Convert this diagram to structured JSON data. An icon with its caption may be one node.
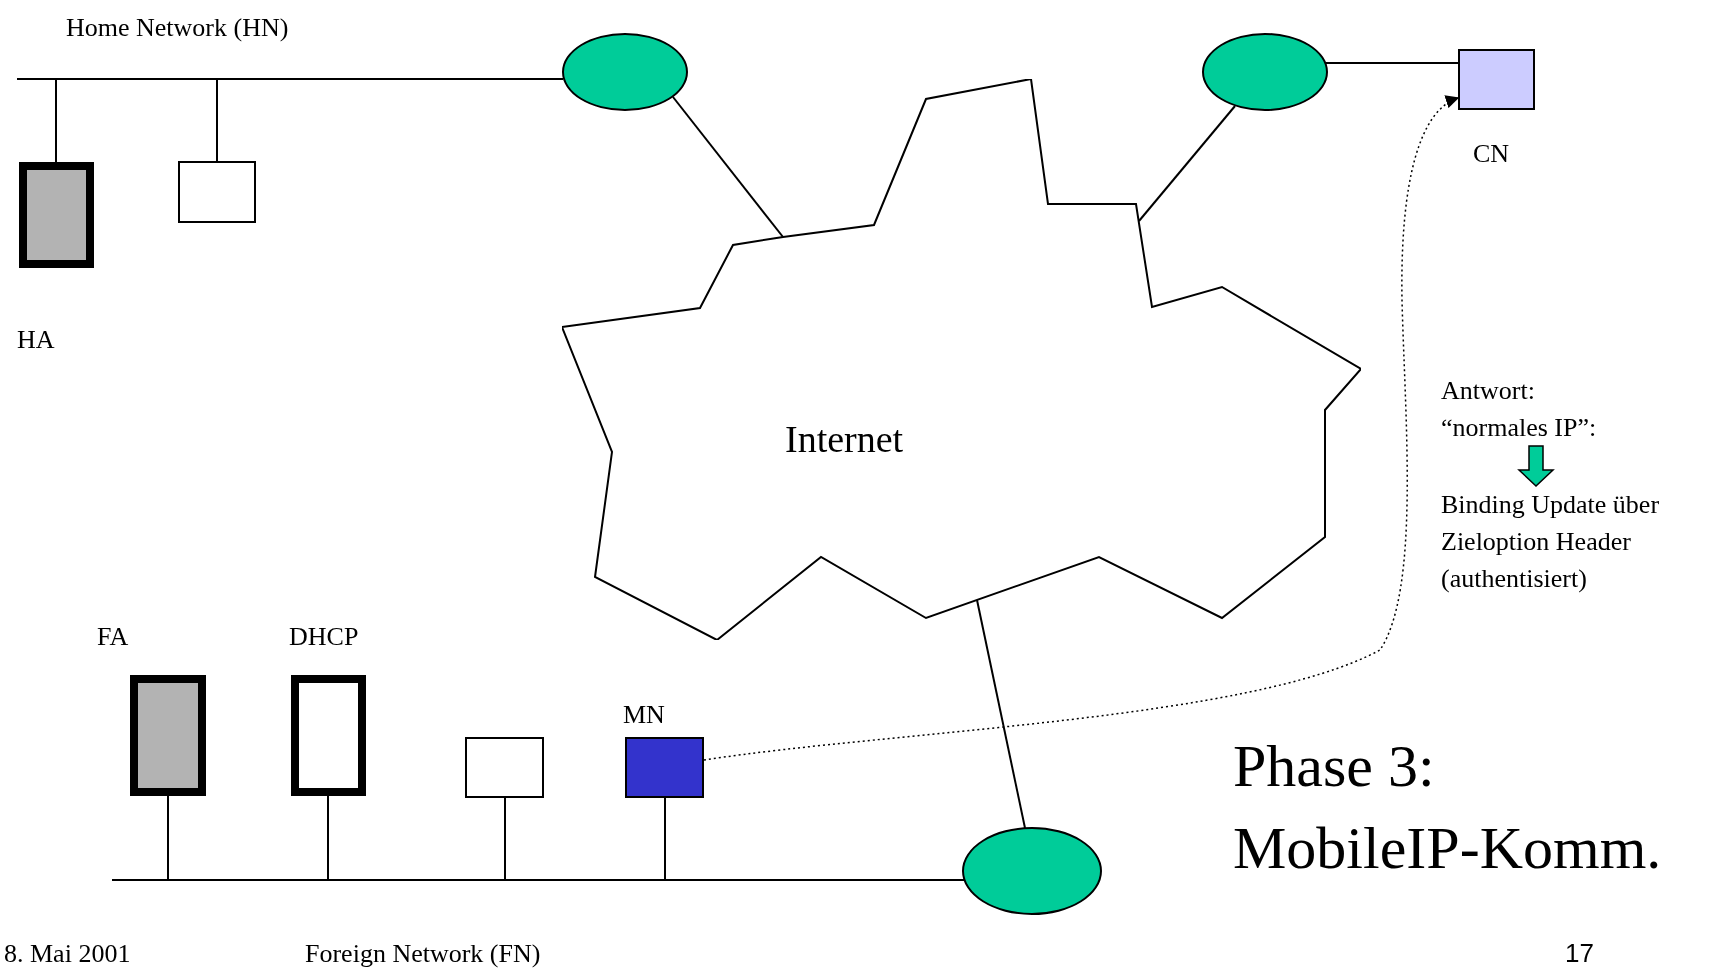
{
  "diagram": {
    "nodes": [
      {
        "text": [],
        "shape": "ellipse"
      },
      {
        "text": [],
        "shape": "ellipse"
      },
      {
        "text": [],
        "shape": "box",
        "beside": [
          "CN"
        ]
      },
      {
        "text": [],
        "shape": "box",
        "beside": [
          "HA"
        ]
      },
      {
        "text": [],
        "shape": "box"
      },
      {
        "text": [
          "Internet"
        ]
      },
      {
        "text": [
          "Antwort: “normales IP”:"
        ]
      },
      {
        "text": [
          "Binding Update über Zieloption Header (authentisiert)"
        ]
      },
      {
        "text": [],
        "shape": "box",
        "beside": [
          "FA"
        ]
      },
      {
        "text": [],
        "shape": "box",
        "beside": [
          "DHCP"
        ]
      },
      {
        "text": [],
        "shape": "box"
      },
      {
        "text": [],
        "shape": "box",
        "beside": [
          "MN"
        ]
      },
      {
        "text": [],
        "shape": "ellipse"
      }
    ],
    "edges": [
      {
        "from": 3,
        "to": 0,
        "arrow": "none"
      },
      {
        "from": 4,
        "to": 0,
        "arrow": "none"
      },
      {
        "from": 0,
        "to": 5,
        "arrow": "none"
      },
      {
        "from": 1,
        "to": 5,
        "arrow": "none"
      },
      {
        "from": 1,
        "to": 2,
        "arrow": "none"
      },
      {
        "from": 12,
        "to": 5,
        "arrow": "none"
      },
      {
        "from": 8,
        "to": 12,
        "arrow": "none"
      },
      {
        "from": 9,
        "to": 12,
        "arrow": "none"
      },
      {
        "from": 10,
        "to": 12,
        "arrow": "none"
      },
      {
        "from": 11,
        "to": 12,
        "arrow": "none"
      },
      {
        "from": 11,
        "to": 2,
        "arrow": "to",
        "style": "dashed"
      },
      {
        "from": 6,
        "to": 7,
        "arrow": "to",
        "style": "thick",
        "color": "#00cc99"
      }
    ],
    "labels": [
      "Home Network (HN)",
      "Phase 3: MobileIP-Komm.",
      "Foreign Network (FN)",
      "8. Mai 2001",
      "17"
    ]
  }
}
